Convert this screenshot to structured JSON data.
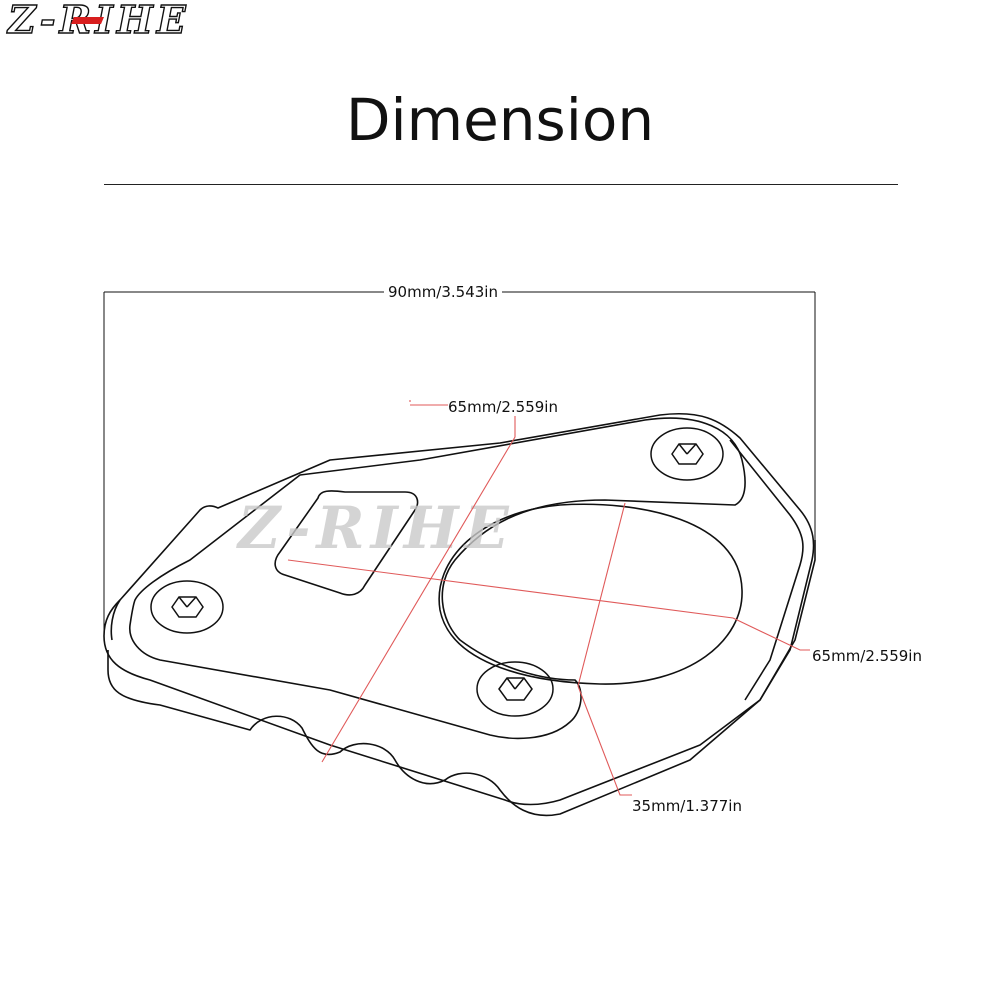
{
  "brand": {
    "logo_text": "Z-RIHE",
    "watermark_text": "Z-RIHE"
  },
  "header": {
    "title": "Dimension"
  },
  "dimensions": {
    "overall_width": "90mm/3.543in",
    "diagonal_top": "65mm/2.559in",
    "diagonal_right": "65mm/2.559in",
    "small_width": "35mm/1.377in"
  },
  "colors": {
    "outline": "#111111",
    "dimension_line": "#e05a5a",
    "watermark": "#c9c9c9",
    "logo_red": "#d81e1e"
  },
  "icons": {
    "bolt": "hex-socket-bolt-icon"
  }
}
